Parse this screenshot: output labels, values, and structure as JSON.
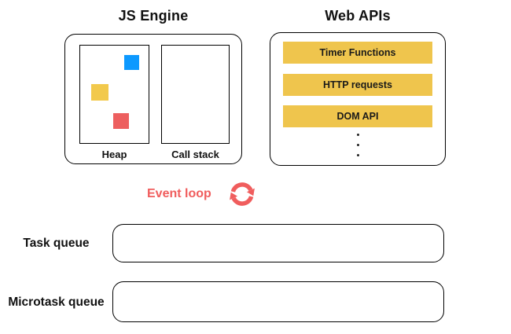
{
  "diagram": {
    "js_engine": {
      "title": "JS Engine",
      "heap": {
        "label": "Heap",
        "blocks": [
          {
            "name": "blue-block",
            "color": "#0D99FF"
          },
          {
            "name": "yellow-block",
            "color": "#F2C94C"
          },
          {
            "name": "red-block",
            "color": "#ED5F5F"
          }
        ]
      },
      "call_stack": {
        "label": "Call stack"
      }
    },
    "web_apis": {
      "title": "Web APIs",
      "bar_color": "#EFC54D",
      "items": [
        "Timer Functions",
        "HTTP requests",
        "DOM API"
      ],
      "more_items_indicator": "vertical-dots"
    },
    "event_loop": {
      "label": "Event loop",
      "color": "#F05D5D",
      "icon": "sync-arrows-icon"
    },
    "queues": {
      "task": {
        "label": "Task queue"
      },
      "microtask": {
        "label": "Microtask queue"
      }
    }
  }
}
